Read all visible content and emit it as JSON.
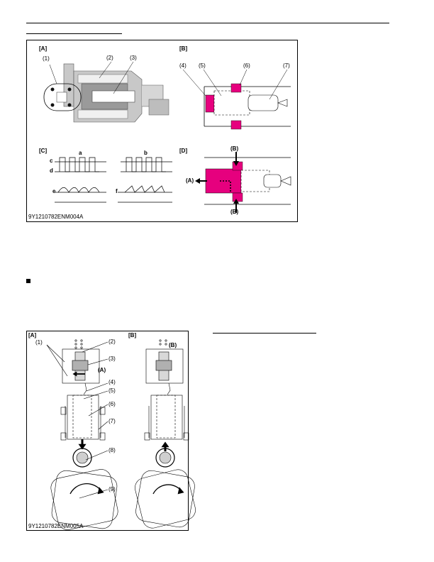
{
  "figure1": {
    "panel_labels": {
      "a": "[A]",
      "b": "[B]",
      "c": "[C]",
      "d": "[D]"
    },
    "callouts": {
      "n1": "(1)",
      "n2": "(2)",
      "n3": "(3)",
      "n4": "(4)",
      "n5": "(5)",
      "n6": "(6)",
      "n7": "(7)"
    },
    "waveform_labels": {
      "a": "a",
      "b": "b",
      "c": "c",
      "d": "d",
      "e": "e",
      "f": "f"
    },
    "flow_labels": {
      "a": "(A)",
      "b_top": "(B)",
      "b_bottom": "(B)"
    },
    "caption": "9Y1210782ENM004A"
  },
  "figure2": {
    "panel_labels": {
      "a": "[A]",
      "b": "[B]"
    },
    "callouts": {
      "n1": "(1)",
      "n2": "(2)",
      "n3": "(3)",
      "n4": "(4)",
      "n5": "(5)",
      "n6": "(6)",
      "n7": "(7)",
      "n8": "(8)",
      "n9": "(9)"
    },
    "flow_labels": {
      "a": "(A)",
      "b": "(B)"
    },
    "caption": "9Y1210782ENM005A"
  },
  "colors": {
    "magenta": "#e6007e",
    "gray": "#c8c8c8",
    "dark": "#1a1a1a"
  }
}
